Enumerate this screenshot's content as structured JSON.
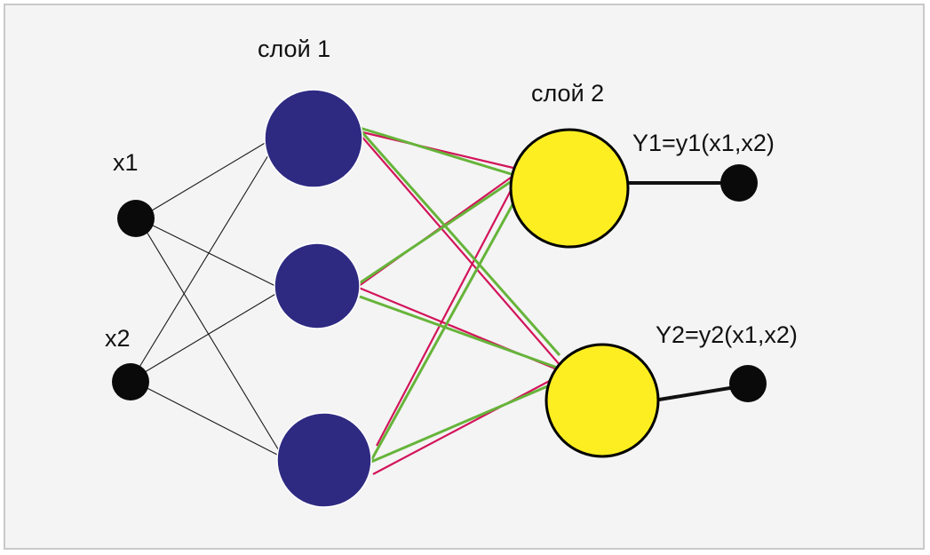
{
  "labels": {
    "layer1": "слой 1",
    "layer2": "слой 2",
    "x1": "x1",
    "x2": "x2",
    "y1": "Y1=y1(x1,x2)",
    "y2": "Y2=y2(x1,x2)"
  },
  "colors": {
    "layer1_node": "#2e2a82",
    "layer2_node": "#fcee21",
    "input_node": "#0a0a0a",
    "red_connection": "#d2145a",
    "green_connection": "#66b43a",
    "frame_background": "#f4f4f4"
  },
  "network": {
    "inputs": [
      "x1",
      "x2"
    ],
    "layer1_neurons": 3,
    "layer2_neurons": 2,
    "outputs": [
      "Y1",
      "Y2"
    ]
  }
}
